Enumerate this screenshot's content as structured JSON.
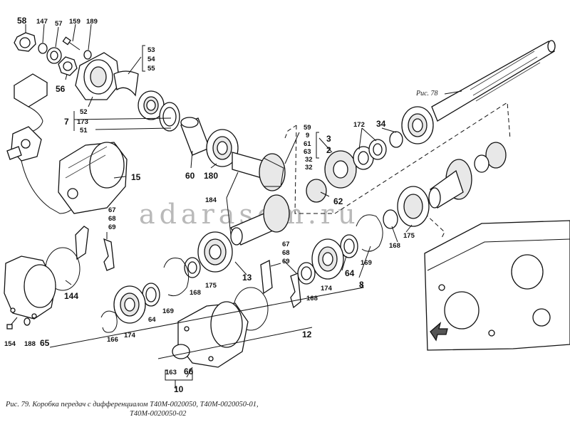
{
  "watermark": "adarasom.ru",
  "figure_ref": "Рис. 78",
  "caption_line1": "Рис. 79. Коробка передач с дифференциалом Т40М-0020050, Т40М-0020050-01,",
  "caption_line2": "Т40М-0020050-02",
  "labels": {
    "l58": "58",
    "l147": "147",
    "l57": "57",
    "l159": "159",
    "l189": "189",
    "l53": "53",
    "l54": "54",
    "l55": "55",
    "l56": "56",
    "l52": "52",
    "l7": "7",
    "l173": "173",
    "l51": "51",
    "l15": "15",
    "l60": "60",
    "l180": "180",
    "l184": "184",
    "l59": "59",
    "l9": "9",
    "l61": "61",
    "l63": "63",
    "l32a": "32",
    "l32b": "32",
    "l3": "3",
    "l2": "2",
    "l172": "172",
    "l34": "34",
    "l62": "62",
    "l67a": "67",
    "l68a": "68",
    "l69a": "69",
    "l144": "144",
    "l154": "154",
    "l188": "188",
    "l65": "65",
    "l166": "166",
    "l174a": "174",
    "l64a": "64",
    "l169a": "169",
    "l168a": "168",
    "l175a": "175",
    "l13": "13",
    "l67b": "67",
    "l68b": "68",
    "l69b": "69",
    "l168b": "168",
    "l174b": "174",
    "l64b": "64",
    "l8": "8",
    "l169b": "169",
    "l168c": "168",
    "l175b": "175",
    "l12": "12",
    "l163": "163",
    "l66": "66",
    "l10": "10"
  }
}
